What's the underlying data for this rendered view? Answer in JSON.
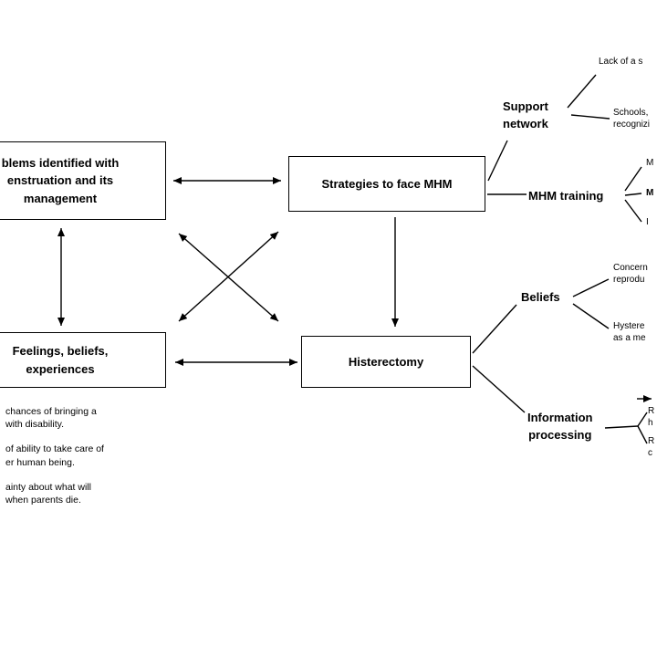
{
  "diagram": {
    "boxes": {
      "problems": {
        "text": "blems identified with\nenstruation and its\nmanagement"
      },
      "strategies": {
        "text": "Strategies to face MHM"
      },
      "feelings": {
        "text": "Feelings, beliefs,\nexperiences"
      },
      "histerectomy": {
        "text": "Histerectomy"
      }
    },
    "branches": {
      "support_network": {
        "text": "Support\nnetwork"
      },
      "mhm_training": {
        "text": "MHM training"
      },
      "beliefs": {
        "text": "Beliefs"
      },
      "information_processing": {
        "text": "Information\nprocessing"
      }
    },
    "leaves": {
      "support_lack": {
        "text": "Lack of a s"
      },
      "support_schools": {
        "text": "Schools,\nrecognizi"
      },
      "training_1": {
        "text": "M"
      },
      "training_2": {
        "text": "M"
      },
      "training_3": {
        "text": "I"
      },
      "beliefs_concern": {
        "text": "Concern\nreprodu"
      },
      "beliefs_hyster": {
        "text": "Hystere\nas a me"
      },
      "info_1": {
        "text": "R\nh"
      },
      "info_2": {
        "text": "R\nc"
      }
    },
    "notes": [
      {
        "text": "chances of bringing a\nwith disability."
      },
      {
        "text": "of ability to take care of\ner human being."
      },
      {
        "text": "ainty about what will\nwhen parents die."
      }
    ],
    "colors": {
      "ink": "#000000",
      "background": "#ffffff"
    }
  }
}
